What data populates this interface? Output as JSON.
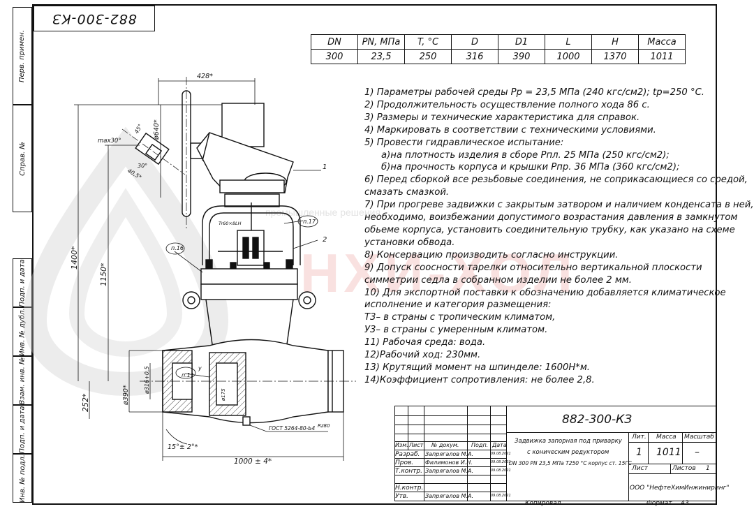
{
  "stamp_code": "882-300-КЗ",
  "left_strip": [
    "Перв. примен.",
    "Справ. №",
    "Подп. и дата",
    "Инв. № дубл.",
    "Взам. инв. №",
    "Подп. и дата",
    "Инв. № подл."
  ],
  "param_table": {
    "headers": [
      "DN",
      "PN, МПа",
      "T, °C",
      "D",
      "D1",
      "L",
      "H",
      "Масса"
    ],
    "values": [
      "300",
      "23,5",
      "250",
      "316",
      "390",
      "1000",
      "1370",
      "1011"
    ]
  },
  "notes": [
    "1) Параметры рабочей среды Рр = 23,5 МПа (240 кгс/см2); tр=250 °С.",
    "2) Продолжительность осуществление полного хода 86 с.",
    "3) Размеры и технические характеристика для справок.",
    "4) Маркировать в соответствии с техническими условиями.",
    "5) Провести гидравлическое испытание:",
    "а)на плотность изделия в сборе Рпл. 25 МПа (250 кгс/см2);",
    "б)на прочность корпуса и крышки Рпр. 36 МПа (360 кгс/см2);",
    "6) Перед сборкой все резьбовые соединения, не соприкасающиеся со средой,",
    "смазать смазкой.",
    "7) При прогреве задвижки с закрытым затвором и наличием конденсата в ней,",
    "необходимо, воизбежании допустимого возрастания давления в замкнутом",
    "обьеме корпуса, установить соединительную трубку, как указано на схеме",
    "установки обвода.",
    "8) Консервацию производить согласно инструкции.",
    "9) Допуск соосности тарелки относительно вертикальной плоскости",
    "симметрии седла в собранном изделии не более 2 мм.",
    "10) Для экспортной поставки к обозначению добавляется климатическое",
    "исполнение и категория размещения:",
    "Т3– в страны с тропическим климатом,",
    "У3– в страны с умеренным климатом.",
    "11) Рабочая среда: вода.",
    "12)Рабочий ход: 230мм.",
    "13) Крутящий момент на шпинделе: 1600Н*м.",
    "14)Коэффициент сопротивления: не более 2,8."
  ],
  "dims": {
    "d428": "428*",
    "d640": "ø640*",
    "d1400": "1400*",
    "d1150": "1150*",
    "d252": "252*",
    "d390": "ø390*",
    "d316": "ø316+0,5",
    "d1000": "1000 ± 4*",
    "d15": "15°± 2°*",
    "max30": "max30°",
    "d45": "45°",
    "d30": "30°",
    "d405": "40,5*",
    "thread": "Tr60×8LH",
    "d175": "ø175",
    "p11": "п.11",
    "p16": "п.16",
    "p17": "п.17",
    "gost": "ГОСТ 5264-80-Ь4",
    "rz": "Rz80",
    "callout1": "1",
    "callout2": "2",
    "m_y": "у"
  },
  "title_block": {
    "designation": "882-300-КЗ",
    "name_line1": "Задвижка запорная под приварку",
    "name_line2": "с коническим редуктором",
    "name_line3": "DN 300 PN 23,5 МПа Т250 °С корпус ст. 15ГС",
    "hdr_lit": "Лит.",
    "hdr_mass": "Масса",
    "hdr_scale": "Масштаб",
    "lit_val": "1",
    "mass_val": "1011",
    "scale_val": "–",
    "sheet_label": "Лист",
    "sheets_label": "Листов",
    "sheets_val": "1",
    "company": "ООО \"НефтеХимИнжиниринг\"",
    "cols": [
      "Изм.",
      "Лист",
      "№ докум.",
      "Подп.",
      "Дата"
    ],
    "rows": [
      {
        "role": "Разраб.",
        "name": "Запрягалов М.А.",
        "date": "09.08.2021"
      },
      {
        "role": "Пров.",
        "name": "Филимонов И.Н.",
        "date": "09.08.2021"
      },
      {
        "role": "Т.контр.",
        "name": "Запрягалов М.А.",
        "date": "09.08.2021"
      },
      {
        "role": "Н.контр.",
        "name": "",
        "date": ""
      },
      {
        "role": "Утв.",
        "name": "Запрягалов М.А.",
        "date": "09.08.2021"
      }
    ],
    "copied": "Копировал",
    "format": "Формат",
    "format_val": "А3"
  },
  "watermark": {
    "text": "НХИ-ХОЛ",
    "sub": "промышленные решения"
  }
}
